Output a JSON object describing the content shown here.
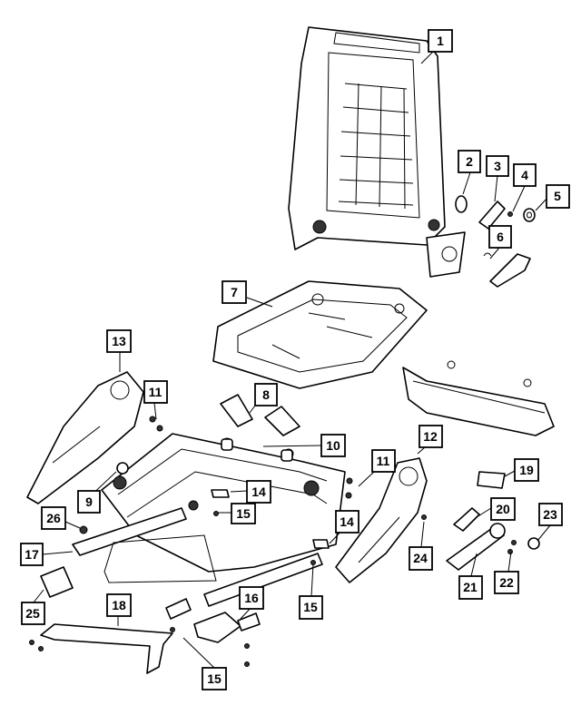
{
  "callouts": [
    {
      "id": "c1",
      "label": "1"
    },
    {
      "id": "c2",
      "label": "2"
    },
    {
      "id": "c3",
      "label": "3"
    },
    {
      "id": "c4",
      "label": "4"
    },
    {
      "id": "c5",
      "label": "5"
    },
    {
      "id": "c6",
      "label": "6"
    },
    {
      "id": "c7",
      "label": "7"
    },
    {
      "id": "c8",
      "label": "8"
    },
    {
      "id": "c9",
      "label": "9"
    },
    {
      "id": "c10",
      "label": "10"
    },
    {
      "id": "c11a",
      "label": "11"
    },
    {
      "id": "c11b",
      "label": "11"
    },
    {
      "id": "c12",
      "label": "12"
    },
    {
      "id": "c13",
      "label": "13"
    },
    {
      "id": "c14a",
      "label": "14"
    },
    {
      "id": "c14b",
      "label": "14"
    },
    {
      "id": "c15a",
      "label": "15"
    },
    {
      "id": "c15b",
      "label": "15"
    },
    {
      "id": "c15c",
      "label": "15"
    },
    {
      "id": "c16",
      "label": "16"
    },
    {
      "id": "c17",
      "label": "17"
    },
    {
      "id": "c18",
      "label": "18"
    },
    {
      "id": "c19",
      "label": "19"
    },
    {
      "id": "c20",
      "label": "20"
    },
    {
      "id": "c21",
      "label": "21"
    },
    {
      "id": "c22",
      "label": "22"
    },
    {
      "id": "c23",
      "label": "23"
    },
    {
      "id": "c24",
      "label": "24"
    },
    {
      "id": "c25",
      "label": "25"
    },
    {
      "id": "c26",
      "label": "26"
    }
  ]
}
